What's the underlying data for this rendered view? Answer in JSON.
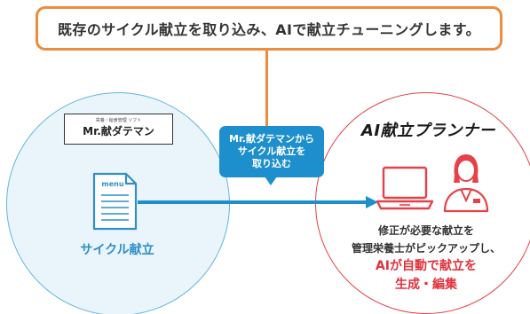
{
  "callout": {
    "text": "既存のサイクル献立を取り込み、AIで献立チューニングします。"
  },
  "software": {
    "subtitle": "栄養・給食管理 ソフト",
    "name": "Mr.献ダテマン"
  },
  "left": {
    "doc_label": "menu",
    "title": "サイクル献立"
  },
  "bubble": {
    "text": "Mr.献ダテマンから\nサイクル献立を\n取り込む"
  },
  "right": {
    "title": "AI献立プランナー",
    "line1": "修正が必要な献立を",
    "line2": "管理栄養士がピックアップし、",
    "red1": "AIが自動で献立を",
    "red2": "生成・編集"
  },
  "colors": {
    "orange": "#ed8c3d",
    "blue": "#1e8fcd",
    "light_blue_fill": "#e9f4fb",
    "red": "#e0323c"
  },
  "icons": {
    "document": "menu-document-icon",
    "laptop": "laptop-icon",
    "person": "nutritionist-icon"
  }
}
